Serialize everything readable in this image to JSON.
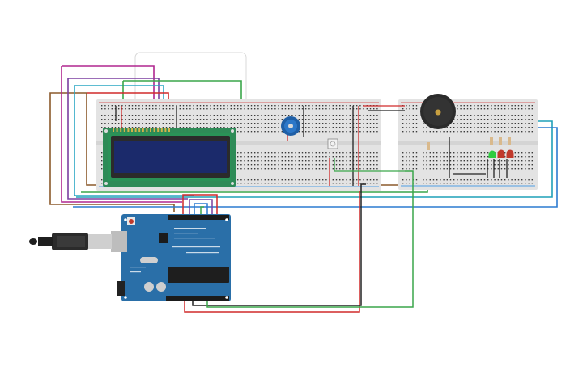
{
  "canvas": {
    "background": "#ffffff"
  },
  "colors": {
    "breadboard": "#e3e3e3",
    "breadboard_hole": "#3a3a3a",
    "rail_red": "#d32f2f",
    "rail_blue": "#1e88e5",
    "lcd_pcb": "#2e8b57",
    "lcd_screen": "#1b2a6b",
    "arduino_pcb": "#2a6fa8",
    "buzzer": "#2b2b2b",
    "buzzer_center": "#c8a040",
    "led_green": "#2ecc40",
    "led_red": "#c0392b",
    "potentiometer": "#1f5fa6"
  },
  "wire_colors": {
    "magenta": "#b0268f",
    "purple": "#7b3fa0",
    "cyan": "#2aa7c4",
    "green": "#3aa64a",
    "brown": "#8b5a2b",
    "red": "#d12a2a",
    "black": "#222222",
    "blue": "#2c7bd0",
    "teal": "#1fa0b8"
  },
  "components": {
    "arduino": {
      "name": "arduino-uno",
      "visible_text": ""
    },
    "lcd": {
      "name": "lcd-16x2"
    },
    "potentiometer": {
      "name": "potentiometer"
    },
    "buzzer": {
      "name": "piezo-buzzer"
    },
    "leds": [
      {
        "name": "green-led",
        "color": "green"
      },
      {
        "name": "red-led-1",
        "color": "red"
      },
      {
        "name": "red-led-2",
        "color": "red"
      }
    ],
    "usb_cable": {
      "name": "usb-cable"
    },
    "selection_box": {
      "name": "selection-outline"
    }
  }
}
